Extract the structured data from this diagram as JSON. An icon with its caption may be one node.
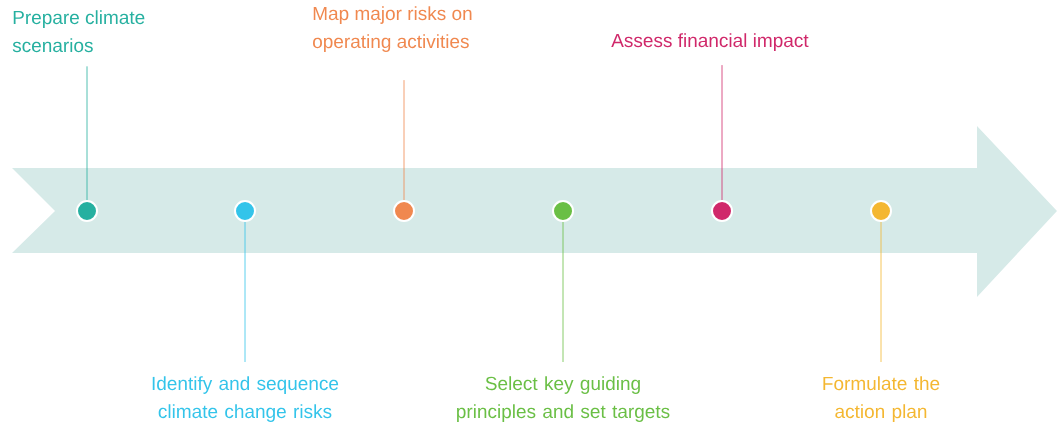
{
  "diagram": {
    "nodes": [
      {
        "text": [
          "Prepare climate scenarios"
        ]
      },
      {
        "text": [
          "Identify and sequence climate change risks"
        ]
      },
      {
        "text": [
          "Map major risks on operating activities"
        ]
      },
      {
        "text": [
          "Select key guiding principles and set targets"
        ]
      },
      {
        "text": [
          "Assess financial impact"
        ]
      },
      {
        "text": [
          "Formulate the action plan"
        ]
      },
      {
        "text": [],
        "shape": "circle"
      },
      {
        "text": [],
        "shape": "circle"
      },
      {
        "text": [],
        "shape": "circle"
      },
      {
        "text": [],
        "shape": "circle"
      },
      {
        "text": [],
        "shape": "circle"
      },
      {
        "text": [],
        "shape": "circle"
      }
    ],
    "edges": [
      {
        "from": 0,
        "to": 6,
        "arrow": "none",
        "color": "#26b0a0"
      },
      {
        "from": 1,
        "to": 7,
        "arrow": "none",
        "color": "#33c4ea"
      },
      {
        "from": 2,
        "to": 8,
        "arrow": "none",
        "color": "#f0884f"
      },
      {
        "from": 3,
        "to": 9,
        "arrow": "none",
        "color": "#6abf45"
      },
      {
        "from": 4,
        "to": 10,
        "arrow": "none",
        "color": "#d0286a"
      },
      {
        "from": 5,
        "to": 11,
        "arrow": "none",
        "color": "#f4b731"
      }
    ]
  }
}
